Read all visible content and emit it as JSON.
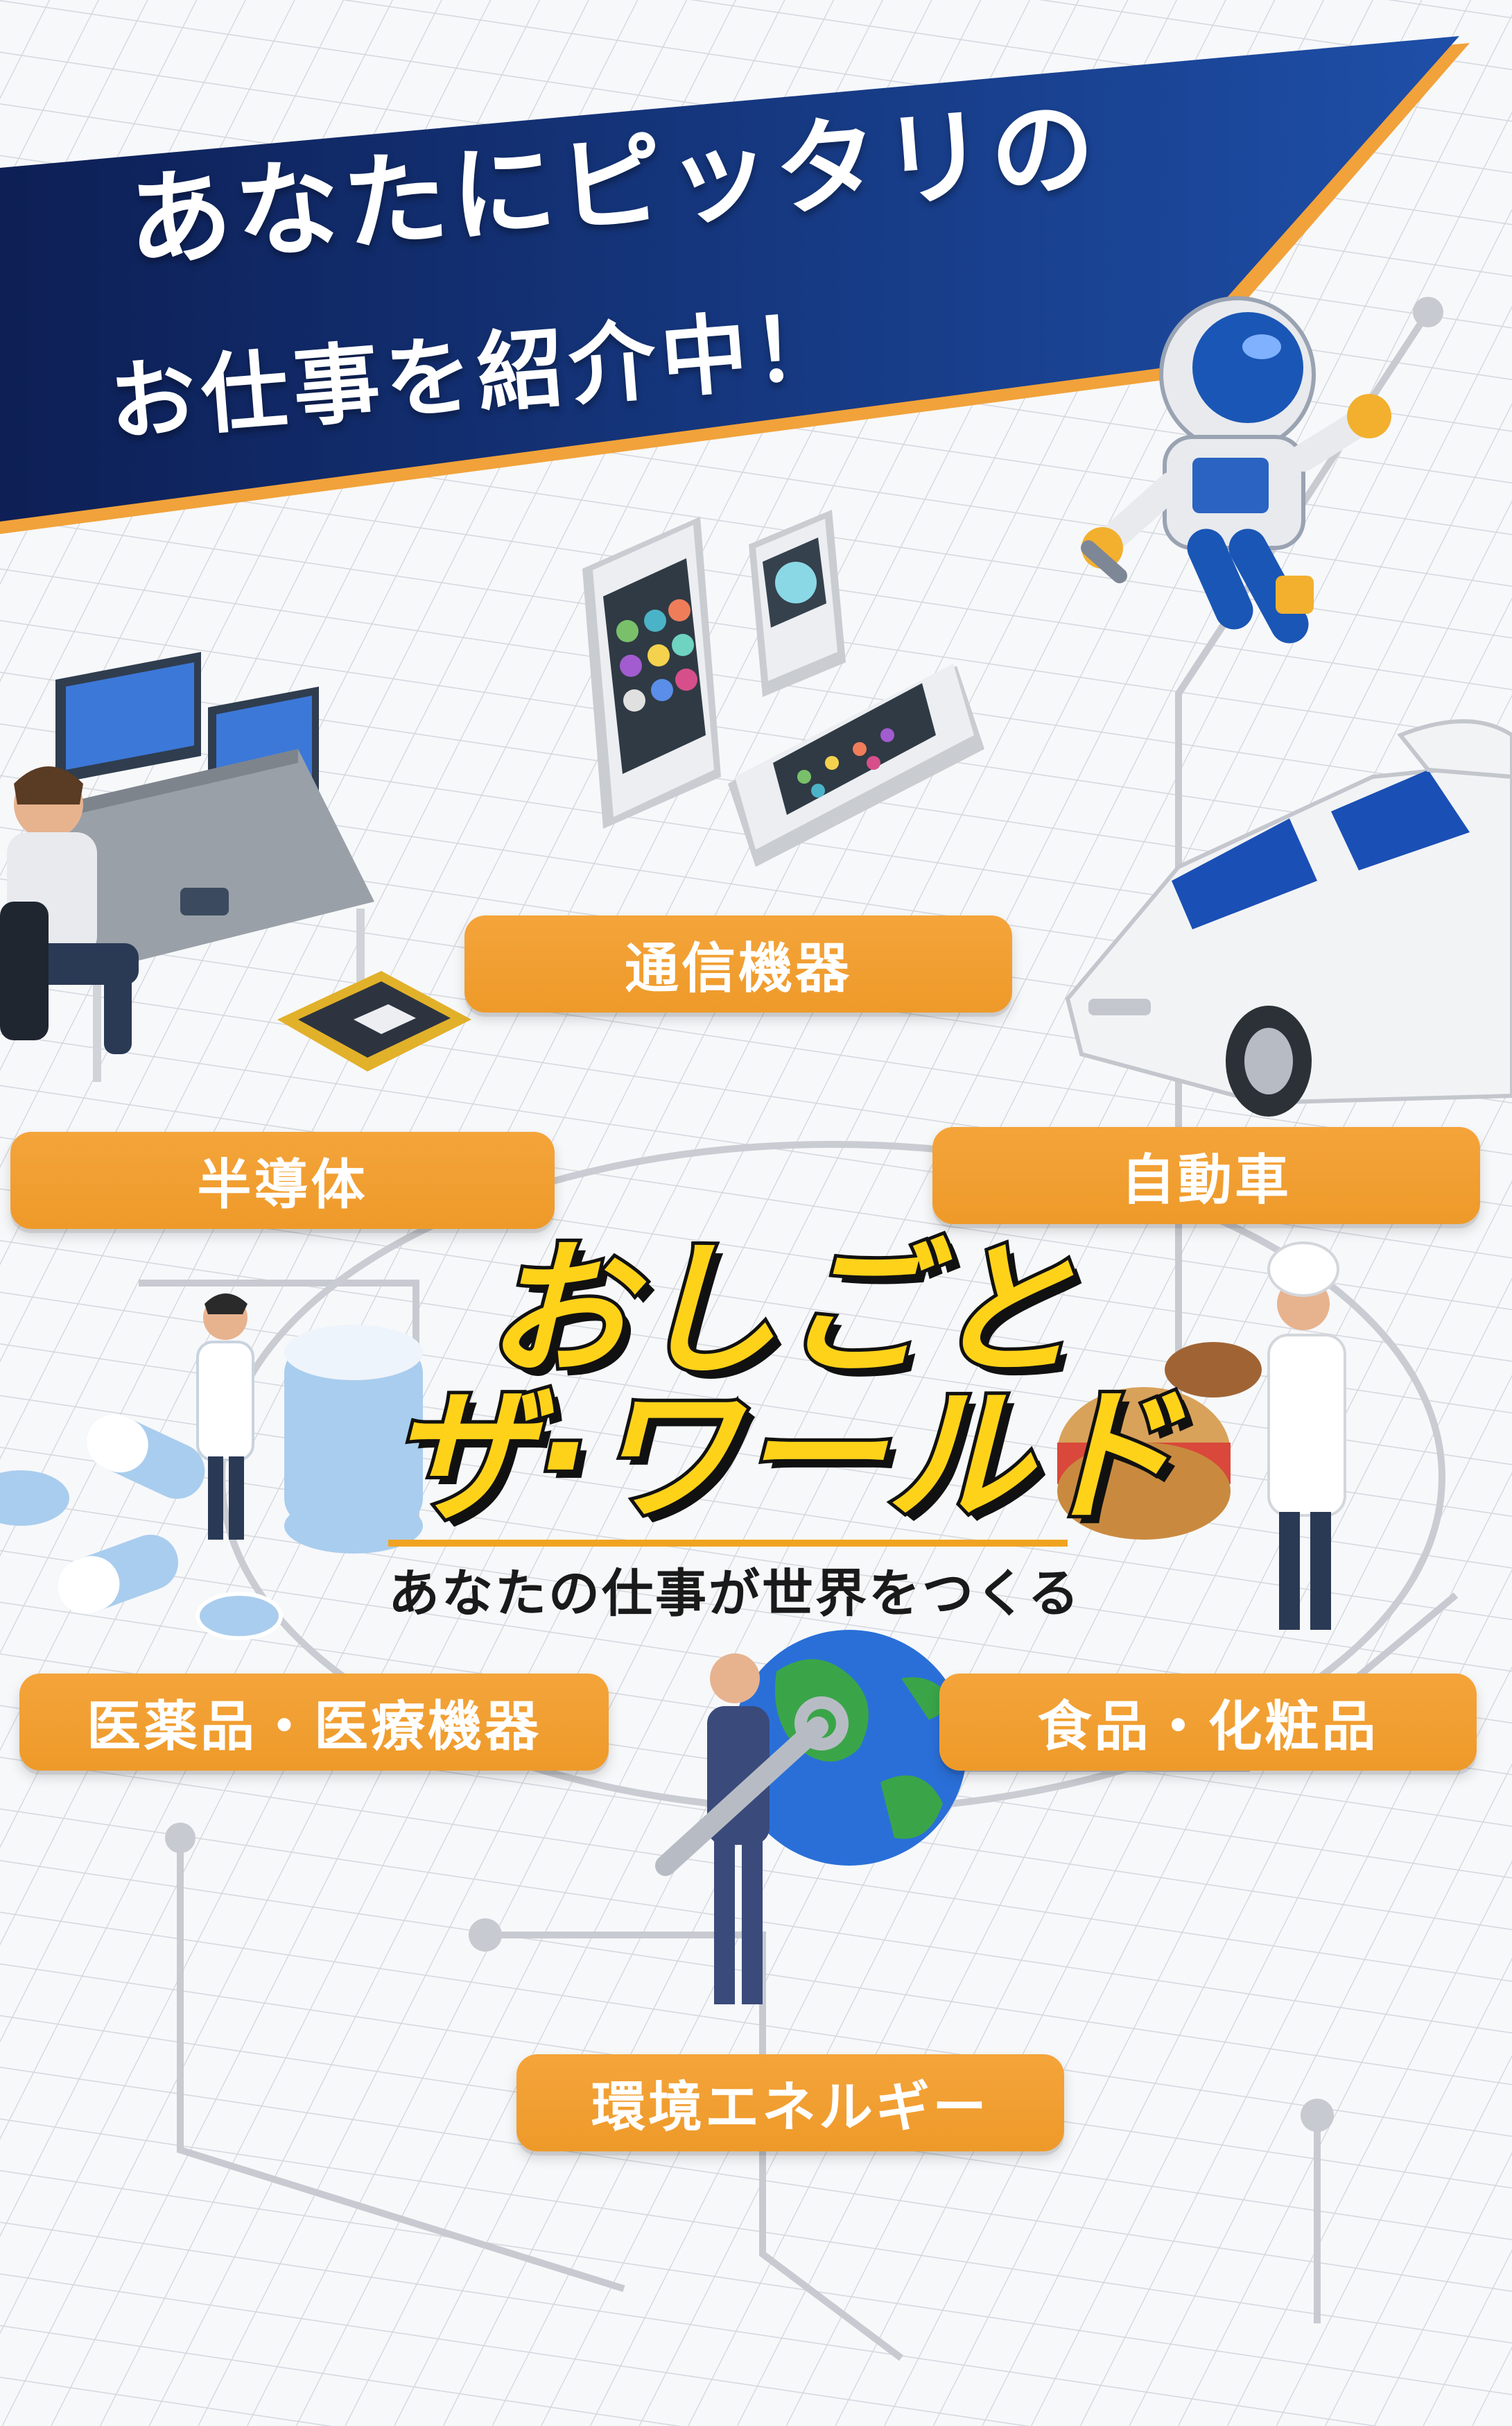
{
  "headline": {
    "line1": "あなたにピッタリの",
    "line2": "お仕事を紹介中！"
  },
  "categories": {
    "telecom": "通信機器",
    "semiconductor": "半導体",
    "automobile": "自動車",
    "medical": "医薬品・医療機器",
    "food": "食品・化粧品",
    "energy": "環境エネルギー"
  },
  "logo": {
    "line1": "おしごと",
    "line2": "ザ·ワールド",
    "tagline": "あなたの仕事が世界をつくる"
  },
  "colors": {
    "banner_dark": "#0d1f55",
    "banner_light": "#1e4fa8",
    "button_orange": "#f39c2b",
    "logo_yellow": "#ffd21a",
    "background": "#f7f8fa"
  },
  "icons": [
    "engineer-desk-icon",
    "smartphone-icon",
    "handheld-console-icon",
    "astronaut-robot-icon",
    "car-icon",
    "chip-icon",
    "scientist-pills-icon",
    "chef-food-icon",
    "globe-worker-icon"
  ]
}
